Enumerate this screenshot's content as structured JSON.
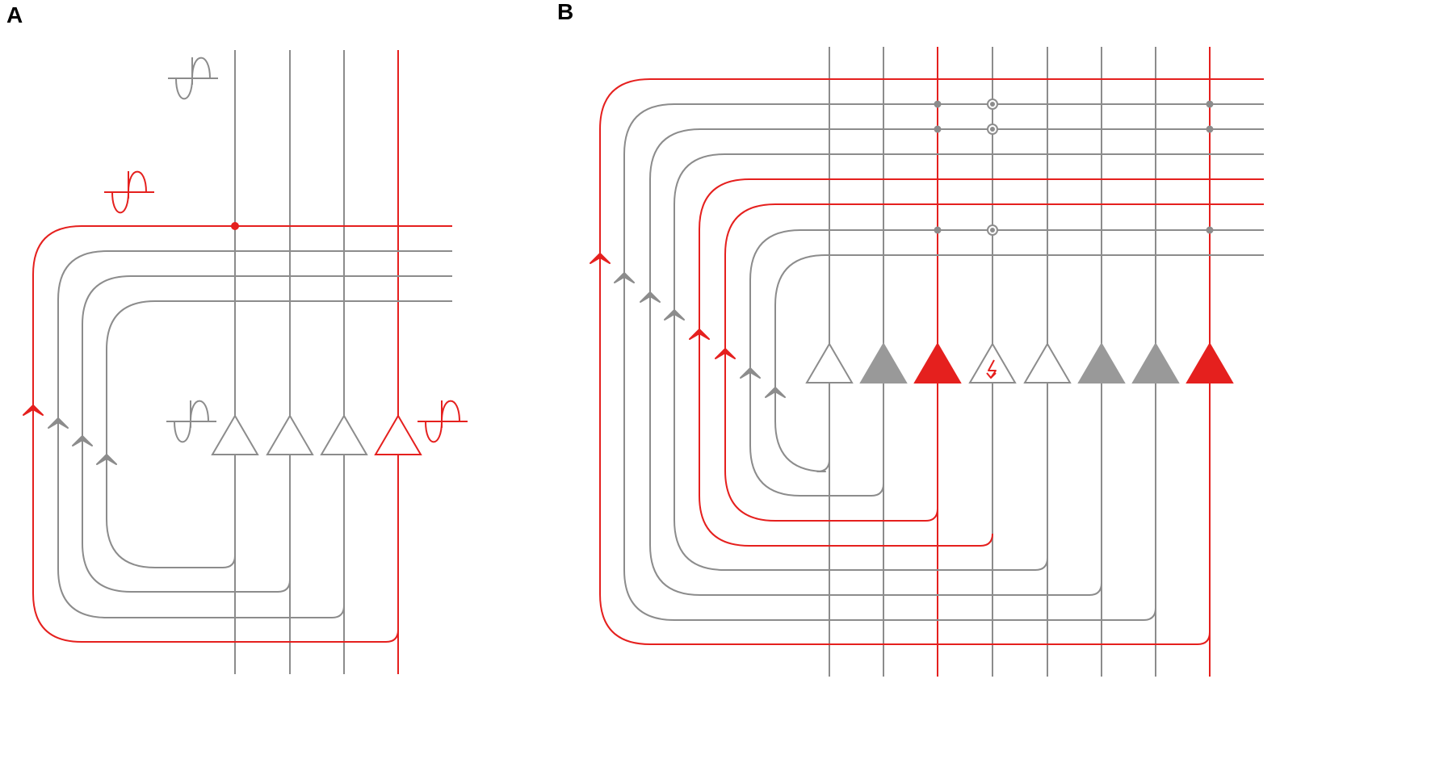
{
  "panels": {
    "a": {
      "label": "A"
    },
    "b": {
      "label": "B"
    }
  },
  "colors": {
    "gray": "#8c8c8c",
    "gray_fill": "#999999",
    "red": "#e5201e",
    "white": "#ffffff"
  },
  "panel_a": {
    "neuron_types": [
      "open-gray",
      "open-gray",
      "open-gray",
      "open-red"
    ],
    "recurrent_loop_colors": [
      "red",
      "gray",
      "gray",
      "gray"
    ],
    "synapse_markers": [
      {
        "loop": 0,
        "neuron": 0,
        "style": "dot-red"
      }
    ],
    "waveform_icons": [
      {
        "color": "gray",
        "near": "top"
      },
      {
        "color": "red",
        "near": "red-loop"
      },
      {
        "color": "gray",
        "near": "neurons-left"
      },
      {
        "color": "red",
        "near": "neurons-right"
      }
    ]
  },
  "panel_b": {
    "neuron_types": [
      "open-gray",
      "filled-gray",
      "filled-red",
      "open-gray-stimulated",
      "open-gray",
      "filled-gray",
      "filled-gray",
      "filled-red"
    ],
    "recurrent_loop_colors": [
      "red",
      "gray",
      "gray",
      "gray",
      "red",
      "red",
      "gray",
      "gray"
    ],
    "loop_sources": [
      7,
      6,
      5,
      4,
      3,
      2,
      1,
      0
    ],
    "synapse_markers": [
      {
        "loop": 1,
        "neuron": 2,
        "style": "dot"
      },
      {
        "loop": 1,
        "neuron": 3,
        "style": "ring"
      },
      {
        "loop": 1,
        "neuron": 7,
        "style": "dot"
      },
      {
        "loop": 2,
        "neuron": 2,
        "style": "dot"
      },
      {
        "loop": 2,
        "neuron": 3,
        "style": "ring"
      },
      {
        "loop": 2,
        "neuron": 7,
        "style": "dot"
      },
      {
        "loop": 6,
        "neuron": 2,
        "style": "dot"
      },
      {
        "loop": 6,
        "neuron": 3,
        "style": "ring"
      },
      {
        "loop": 6,
        "neuron": 7,
        "style": "dot"
      }
    ]
  }
}
